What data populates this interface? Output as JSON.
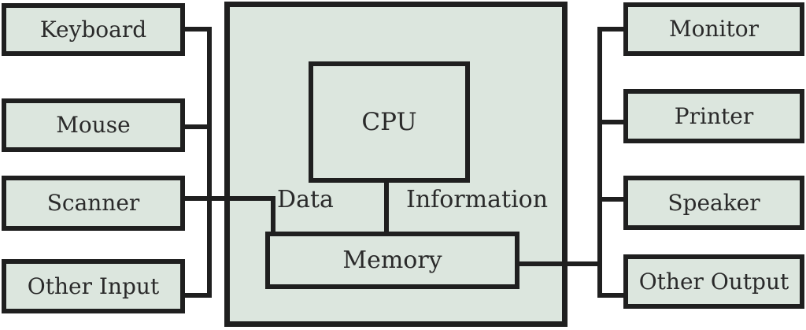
{
  "diagram": {
    "inputs": [
      {
        "label": "Keyboard"
      },
      {
        "label": "Mouse"
      },
      {
        "label": "Scanner"
      },
      {
        "label": "Other Input"
      }
    ],
    "outputs": [
      {
        "label": "Monitor"
      },
      {
        "label": "Printer"
      },
      {
        "label": "Speaker"
      },
      {
        "label": "Other Output"
      }
    ],
    "system_unit": {
      "cpu": "CPU",
      "memory": "Memory"
    },
    "flow_labels": {
      "data": "Data",
      "information": "Information"
    },
    "colors": {
      "box_fill": "#dce6de",
      "line": "#1f1f1f",
      "text": "#2a2a2a",
      "background": "#ffffff"
    }
  }
}
